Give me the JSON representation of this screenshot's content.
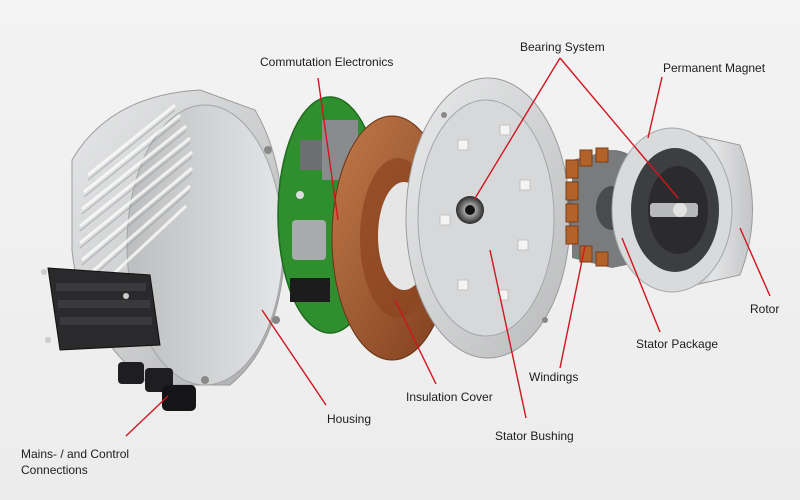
{
  "labels": {
    "commutation_electronics": "Commutation Electronics",
    "bearing_system": "Bearing System",
    "permanent_magnet": "Permanent Magnet",
    "rotor": "Rotor",
    "stator_package": "Stator Package",
    "windings": "Windings",
    "stator_bushing": "Stator Bushing",
    "insulation_cover": "Insulation Cover",
    "housing": "Housing",
    "mains_line1": "Mains- / and Control",
    "mains_line2": "Connections"
  },
  "colors": {
    "callout_line": "#d0161f",
    "housing": "#cfd0d1",
    "pcb": "#2f8f2f",
    "insulation": "#a0522d",
    "stator_copper": "#b3632a",
    "background": "#efefef"
  }
}
